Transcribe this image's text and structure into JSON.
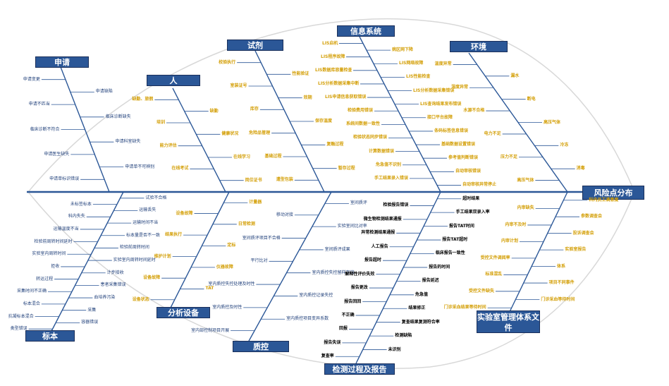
{
  "head": "风险点分布",
  "categories": {
    "c1": "申请",
    "c2": "人",
    "c3": "试剂",
    "c4": "信息系统",
    "c5": "环境",
    "c6": "标本",
    "c7": "分析设备",
    "c8": "质控",
    "c9": "检测过程及报告",
    "c10": "实验室管理体系文件"
  },
  "causes": {
    "c1": [
      "申请变更",
      "申请缺陷",
      "申请不匹当",
      "临床诊断缺失",
      "临床诊断不符合",
      "申请科室缺失",
      "申请医生缺失",
      "申请单不可辨别",
      "申请单标识错误"
    ],
    "c2": [
      "缺勤、旅假",
      "缺勤",
      "培训",
      "健康状况",
      "能力评估",
      "在线学习",
      "在线考试",
      "岗位证书"
    ],
    "c3": [
      "校验执行",
      "性能验证",
      "室装证号",
      "效期",
      "库存",
      "保存温度",
      "危险品管理",
      "复融过程",
      "基础过程",
      "暂存过程",
      "遭型包装"
    ],
    "c4": [
      "LIS启机",
      "病区网下降",
      "LIS程序故障",
      "LIS网络故障",
      "LIS数据库容量检查",
      "LIS性能检查",
      "LIS分析数据采集中断",
      "LIS分析数据采集错误",
      "LIS申请信息获取错误",
      "LIS查询结果发布错误",
      "检验费用错误",
      "接口平台故障",
      "系统间数据一致性",
      "条码标签信息错误",
      "检验状态同步错误",
      "基础数据设置错误",
      "计算数据错误",
      "参考值判断错误",
      "危急值不识别",
      "自动审核错误",
      "手工结果录入错误",
      "自动审核异常停止"
    ],
    "c5": [
      "温度异常",
      "漏水",
      "湿度异常",
      "断电",
      "水源不合格",
      "高压气体",
      "电力不足",
      "冷冻",
      "压力不足",
      "消毒",
      "高压气体"
    ],
    "c6": [
      "类型错误",
      "容器错误",
      "抗凝标本混合",
      "采集",
      "标本混合",
      "血培养污染",
      "采集时间不正确",
      "患者采集错误",
      "转运过程",
      "计步接收",
      "拒收",
      "实验室内周转时间延时",
      "实验室内周转时间",
      "检验前周转时间",
      "检验前周转时间延时",
      "标本量是否不一致",
      "运输温度不当",
      "运输时间不当",
      "科内失失",
      "运输丢失",
      "未标签标本",
      "试验不合格"
    ],
    "c7": [
      "设备状态",
      "TAT",
      "设备故障",
      "仪器故障",
      "维护计划",
      "定标",
      "结果执行",
      "日常检测",
      "设备故障",
      "计量器"
    ],
    "c8": [
      "室内部控制项目开展",
      "室内质控项目变异系数",
      "室内质控及时性",
      "室内质控记录失控",
      "室内质控失控处理及时性",
      "室内质控失控留样存放",
      "平行比对",
      "室间质评成果",
      "室间质评项目不合格",
      "实验室间比对率",
      "移动对接",
      "室间质评"
    ],
    "c9": [
      "复查率",
      "未识别",
      "报告失误",
      "检测缺陷",
      "回报",
      "复查结果复测符合率",
      "不正确",
      "结果修正",
      "报告回回",
      "危急值",
      "报告更改",
      "报告延迟",
      "解释性评价失效",
      "报告的时间",
      "报告超时",
      "临床报告一致性",
      "人工报告",
      "报告TAT超时",
      "异常检测结果通报",
      "报告TAT时间",
      "微生物检测结果通报",
      "手工结果双录入率",
      "检验报告错误",
      "超时结果"
    ],
    "c10": [
      "门诊采血结果等待时间",
      "门诊采血等待时间",
      "受控文件缺失",
      "项目不同事件",
      "标准混乱",
      "体系",
      "受控文件调阅率",
      "实验室报告",
      "内审计划",
      "投诉调查会",
      "内审不及时",
      "参数调查会",
      "内审缺失",
      "科内员工满意度"
    ]
  }
}
